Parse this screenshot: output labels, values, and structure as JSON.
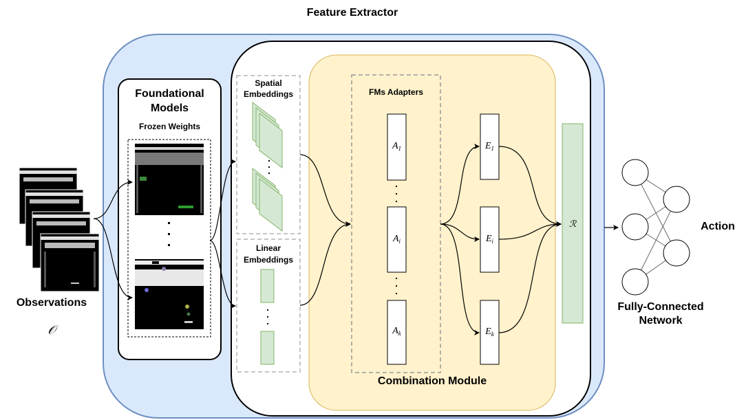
{
  "title": "Feature Extractor",
  "observations": {
    "label": "Observations",
    "symbol": "𝒪"
  },
  "foundational_models": {
    "title_line1": "Foundational",
    "title_line2": "Models",
    "subtitle": "Frozen Weights"
  },
  "spatial_embeddings": {
    "line1": "Spatial",
    "line2": "Embeddings"
  },
  "linear_embeddings": {
    "line1": "Linear",
    "line2": "Embeddings"
  },
  "adapters": {
    "title": "FMs Adapters",
    "items": [
      {
        "base": "A",
        "sub": "1"
      },
      {
        "base": "A",
        "sub": "i"
      },
      {
        "base": "A",
        "sub": "k"
      }
    ]
  },
  "experts": {
    "items": [
      {
        "base": "E",
        "sub": "1"
      },
      {
        "base": "E",
        "sub": "i"
      },
      {
        "base": "E",
        "sub": "k"
      }
    ]
  },
  "combination_module": "Combination Module",
  "reducer_symbol": "ℛ",
  "fully_connected": {
    "line1": "Fully-Connected",
    "line2": "Network"
  },
  "action": "Action",
  "colors": {
    "extractor_fill": "#dae8fc",
    "extractor_stroke": "#6c8ebf",
    "combination_fill": "#fff2cc",
    "combination_stroke": "#d6b656",
    "embedding_fill": "#d5e8d4",
    "embedding_stroke": "#82b366",
    "dashed_stroke": "#b3b3b3"
  }
}
